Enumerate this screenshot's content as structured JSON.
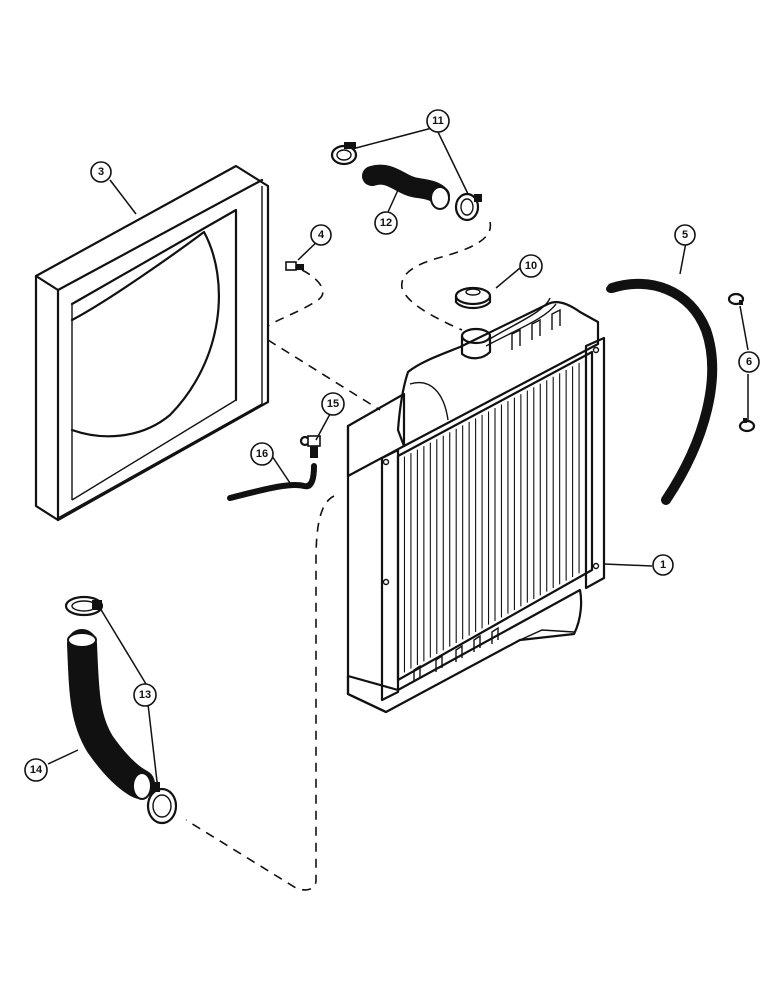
{
  "callouts": [
    {
      "id": "c1",
      "label": "1"
    },
    {
      "id": "c3",
      "label": "3"
    },
    {
      "id": "c4",
      "label": "4"
    },
    {
      "id": "c5",
      "label": "5"
    },
    {
      "id": "c6",
      "label": "6"
    },
    {
      "id": "c10",
      "label": "10"
    },
    {
      "id": "c11",
      "label": "11"
    },
    {
      "id": "c12",
      "label": "12"
    },
    {
      "id": "c13",
      "label": "13"
    },
    {
      "id": "c14",
      "label": "14"
    },
    {
      "id": "c15",
      "label": "15"
    },
    {
      "id": "c16",
      "label": "16"
    }
  ]
}
